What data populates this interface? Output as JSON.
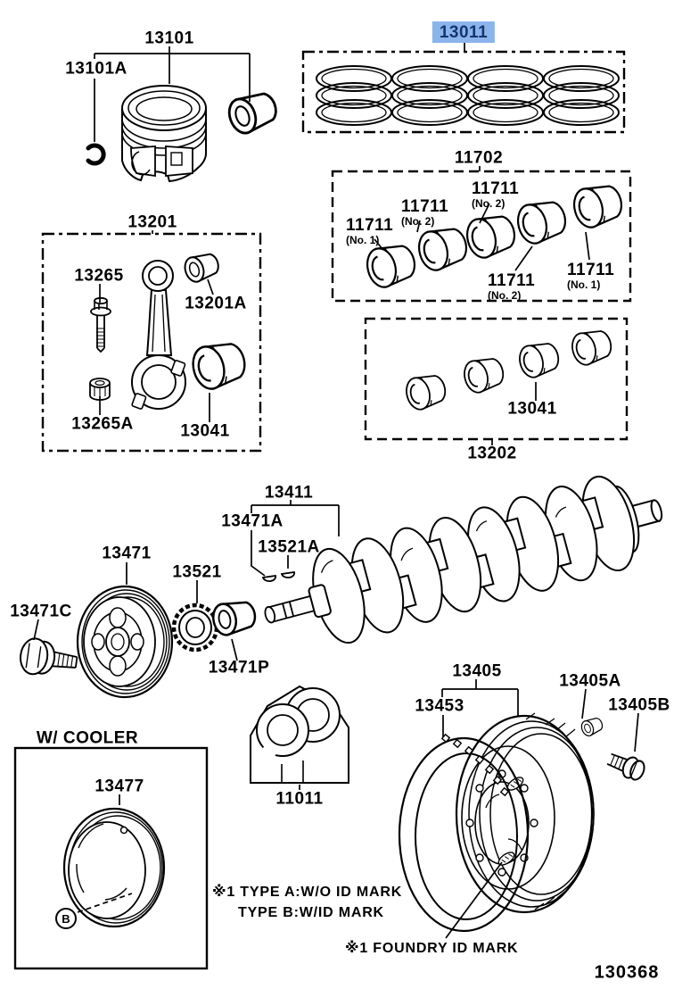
{
  "diagram": {
    "figure_number": "130368",
    "selected_part_number": "13011",
    "colors": {
      "background": "#ffffff",
      "line": "#000000",
      "highlight_bg": "#8cb4ec",
      "highlight_fg": "#15356e"
    }
  },
  "labels": {
    "p13101": {
      "text": "13101"
    },
    "p13101a": {
      "text": "13101A"
    },
    "p13011": {
      "text": "13011"
    },
    "p11702": {
      "text": "11702"
    },
    "n11711_1a": {
      "text": "11711",
      "sub": "(No. 1)"
    },
    "n11711_2a": {
      "text": "11711",
      "sub": "(No. 2)"
    },
    "n11711_2b": {
      "text": "11711",
      "sub": "(No. 2)"
    },
    "n11711_2c": {
      "text": "11711",
      "sub": "(No. 2)"
    },
    "n11711_1b": {
      "text": "11711",
      "sub": "(No. 1)"
    },
    "p13202": {
      "text": "13202"
    },
    "p13041_rod_set": {
      "text": "13041"
    },
    "p13201": {
      "text": "13201"
    },
    "p13265": {
      "text": "13265"
    },
    "p13201a": {
      "text": "13201A"
    },
    "p13265a": {
      "text": "13265A"
    },
    "p13041_rod": {
      "text": "13041"
    },
    "p13411": {
      "text": "13411"
    },
    "p13471a": {
      "text": "13471A"
    },
    "p13521a": {
      "text": "13521A"
    },
    "p13471": {
      "text": "13471"
    },
    "p13521": {
      "text": "13521"
    },
    "p13471c": {
      "text": "13471C"
    },
    "p13471p": {
      "text": "13471P"
    },
    "p13405": {
      "text": "13405"
    },
    "p13453": {
      "text": "13453"
    },
    "p13405a": {
      "text": "13405A"
    },
    "p13405b": {
      "text": "13405B"
    },
    "p13477": {
      "text": "13477"
    },
    "p11011": {
      "text": "11011"
    }
  },
  "notes": {
    "w_cooler": "W/ COOLER",
    "type_a": "※1 TYPE A:W/O ID MARK",
    "type_b": "TYPE B:W/ID MARK",
    "foundry": "※1 FOUNDRY ID MARK",
    "marker_b": "B"
  }
}
